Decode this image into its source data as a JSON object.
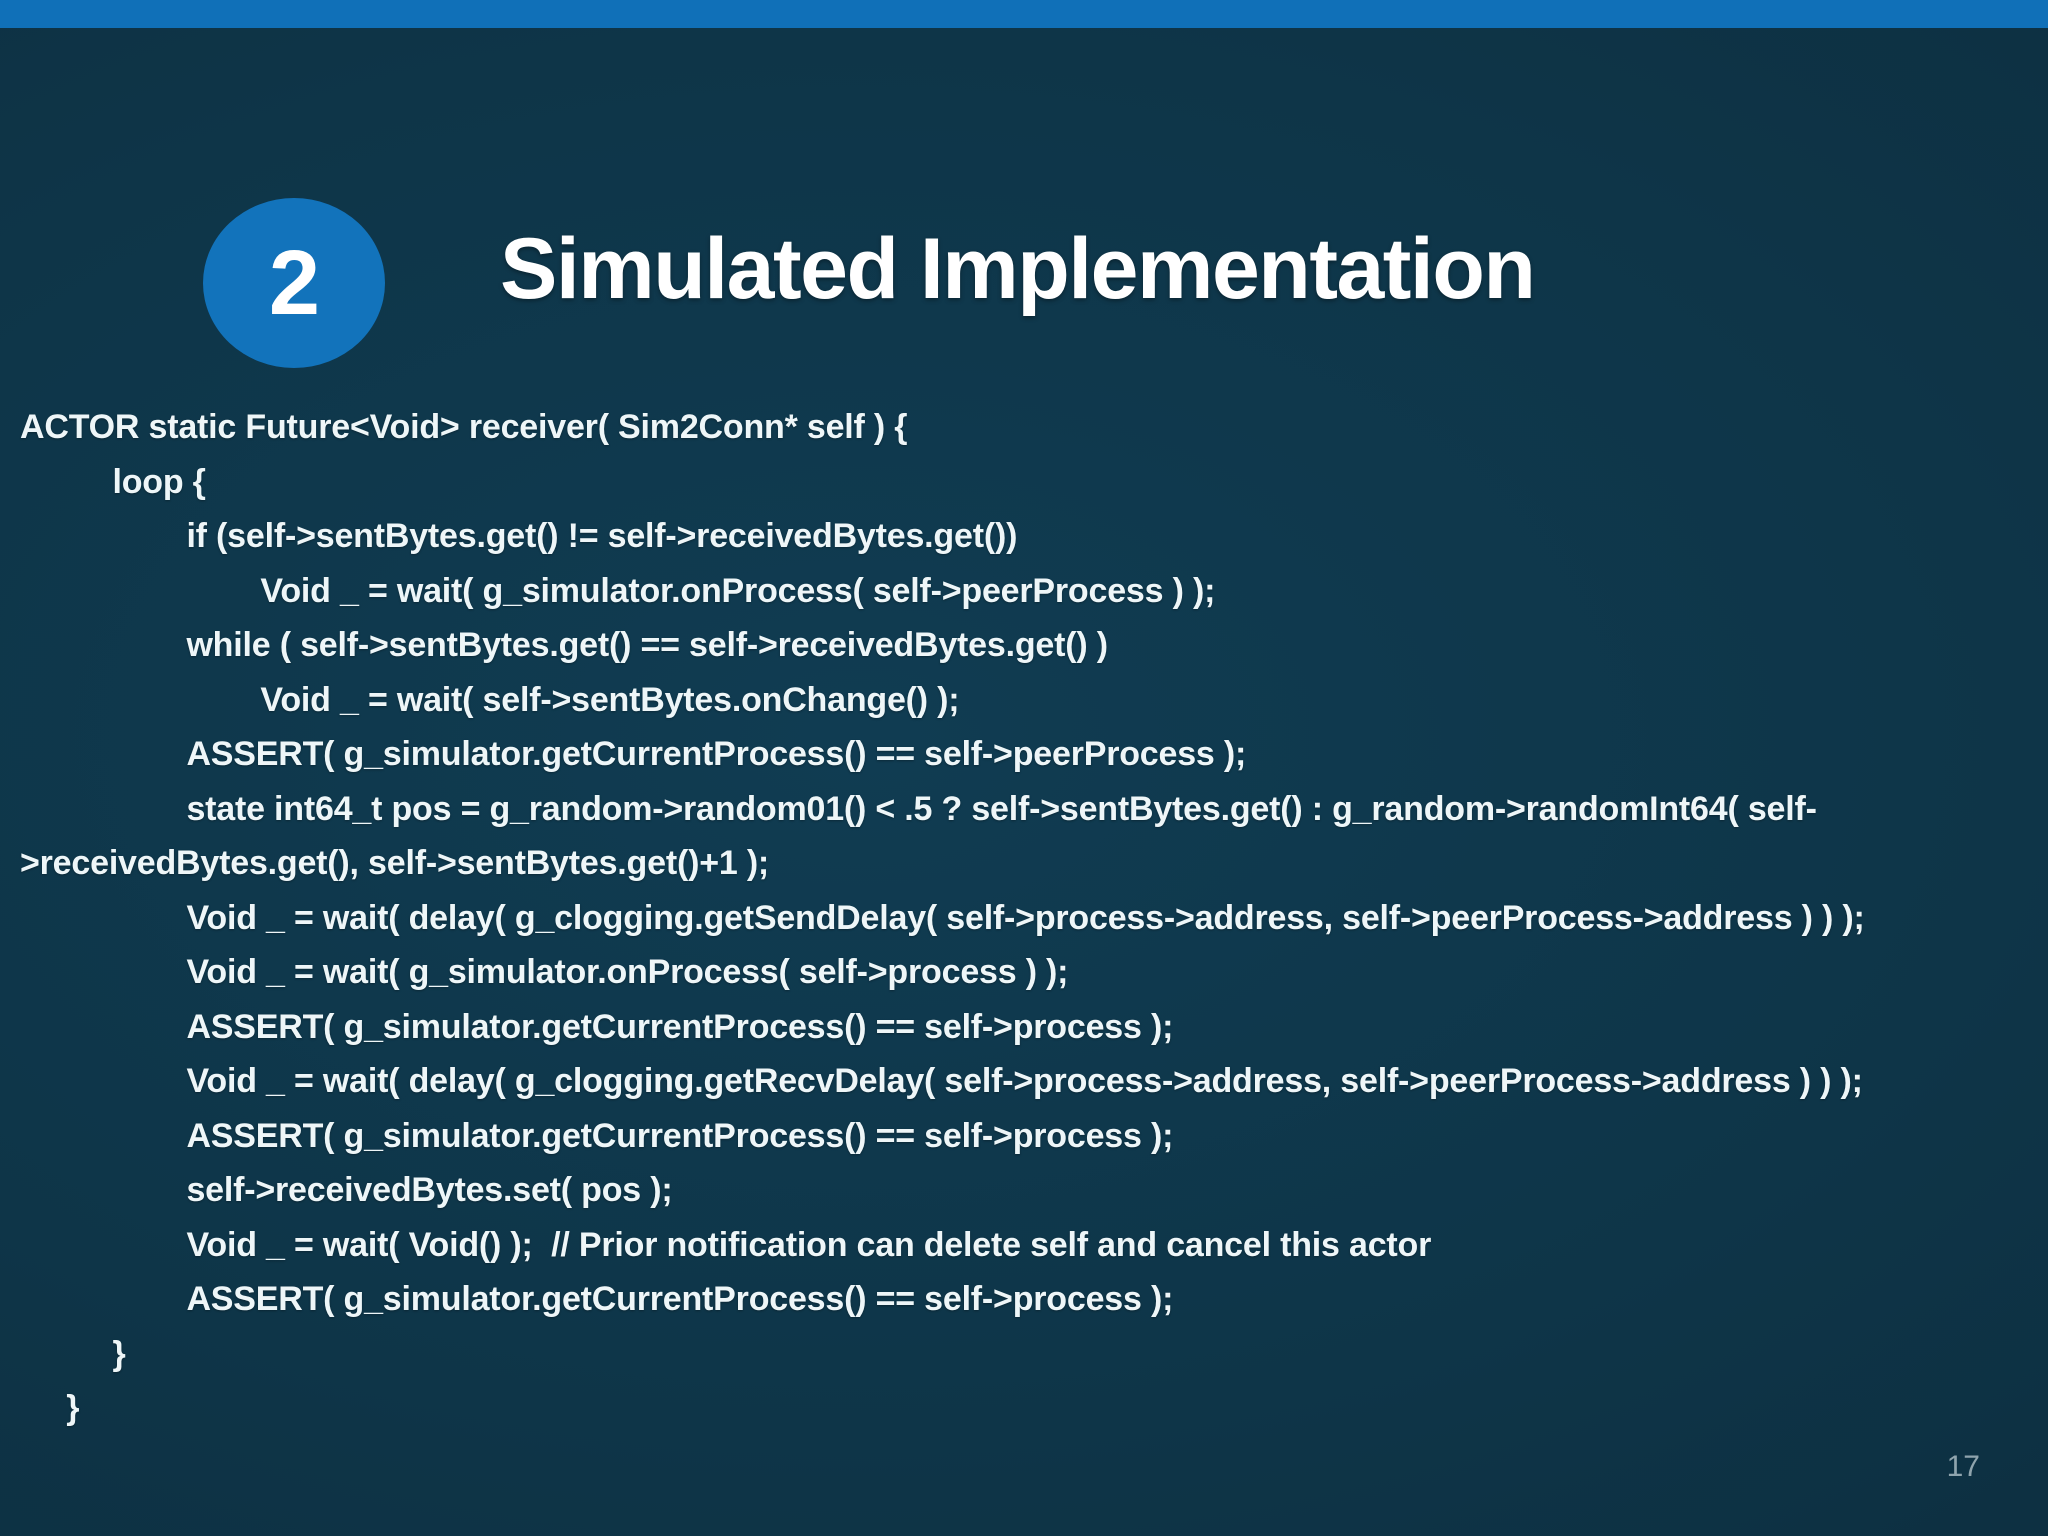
{
  "slide": {
    "top_bar_color": "#1070b8",
    "background_color": "#0e3548",
    "accent_color": "#1273bb",
    "text_color": "#eef6f8",
    "page_number": "17"
  },
  "header": {
    "step_number": "2",
    "title": "Simulated Implementation"
  },
  "code": {
    "language": "flow-c++",
    "lines": [
      "ACTOR static Future<Void> receiver( Sim2Conn* self ) {",
      "          loop {",
      "                  if (self->sentBytes.get() != self->receivedBytes.get())",
      "                          Void _ = wait( g_simulator.onProcess( self->peerProcess ) );",
      "                  while ( self->sentBytes.get() == self->receivedBytes.get() )",
      "                          Void _ = wait( self->sentBytes.onChange() );",
      "                  ASSERT( g_simulator.getCurrentProcess() == self->peerProcess );",
      "                  state int64_t pos = g_random->random01() < .5 ? self->sentBytes.get() : g_random->randomInt64( self->receivedBytes.get(), self->sentBytes.get()+1 );",
      "                  Void _ = wait( delay( g_clogging.getSendDelay( self->process->address, self->peerProcess->address ) ) );",
      "                  Void _ = wait( g_simulator.onProcess( self->process ) );",
      "                  ASSERT( g_simulator.getCurrentProcess() == self->process );",
      "                  Void _ = wait( delay( g_clogging.getRecvDelay( self->process->address, self->peerProcess->address ) ) );",
      "                  ASSERT( g_simulator.getCurrentProcess() == self->process );",
      "                  self->receivedBytes.set( pos );",
      "                  Void _ = wait( Void() );  // Prior notification can delete self and cancel this actor",
      "                  ASSERT( g_simulator.getCurrentProcess() == self->process );",
      "          }",
      "     }"
    ]
  }
}
